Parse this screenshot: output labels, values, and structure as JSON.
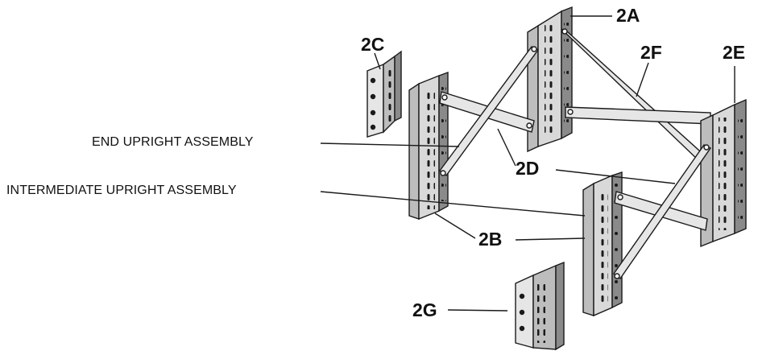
{
  "labels": {
    "2A": "2A",
    "2B": "2B",
    "2C": "2C",
    "2D": "2D",
    "2E": "2E",
    "2F": "2F",
    "2G": "2G",
    "end_upright": "END UPRIGHT ASSEMBLY",
    "intermediate_upright": "INTERMEDIATE UPRIGHT ASSEMBLY"
  },
  "colors": {
    "ink": "#1a1a1a",
    "metal_light": "#d9d9d9",
    "metal_mid": "#bdbdbd",
    "metal_dark": "#8a8a8a",
    "paper": "#ffffff"
  },
  "icons": [
    "upright-column",
    "diagonal-brace",
    "horizontal-brace",
    "base-plate"
  ]
}
